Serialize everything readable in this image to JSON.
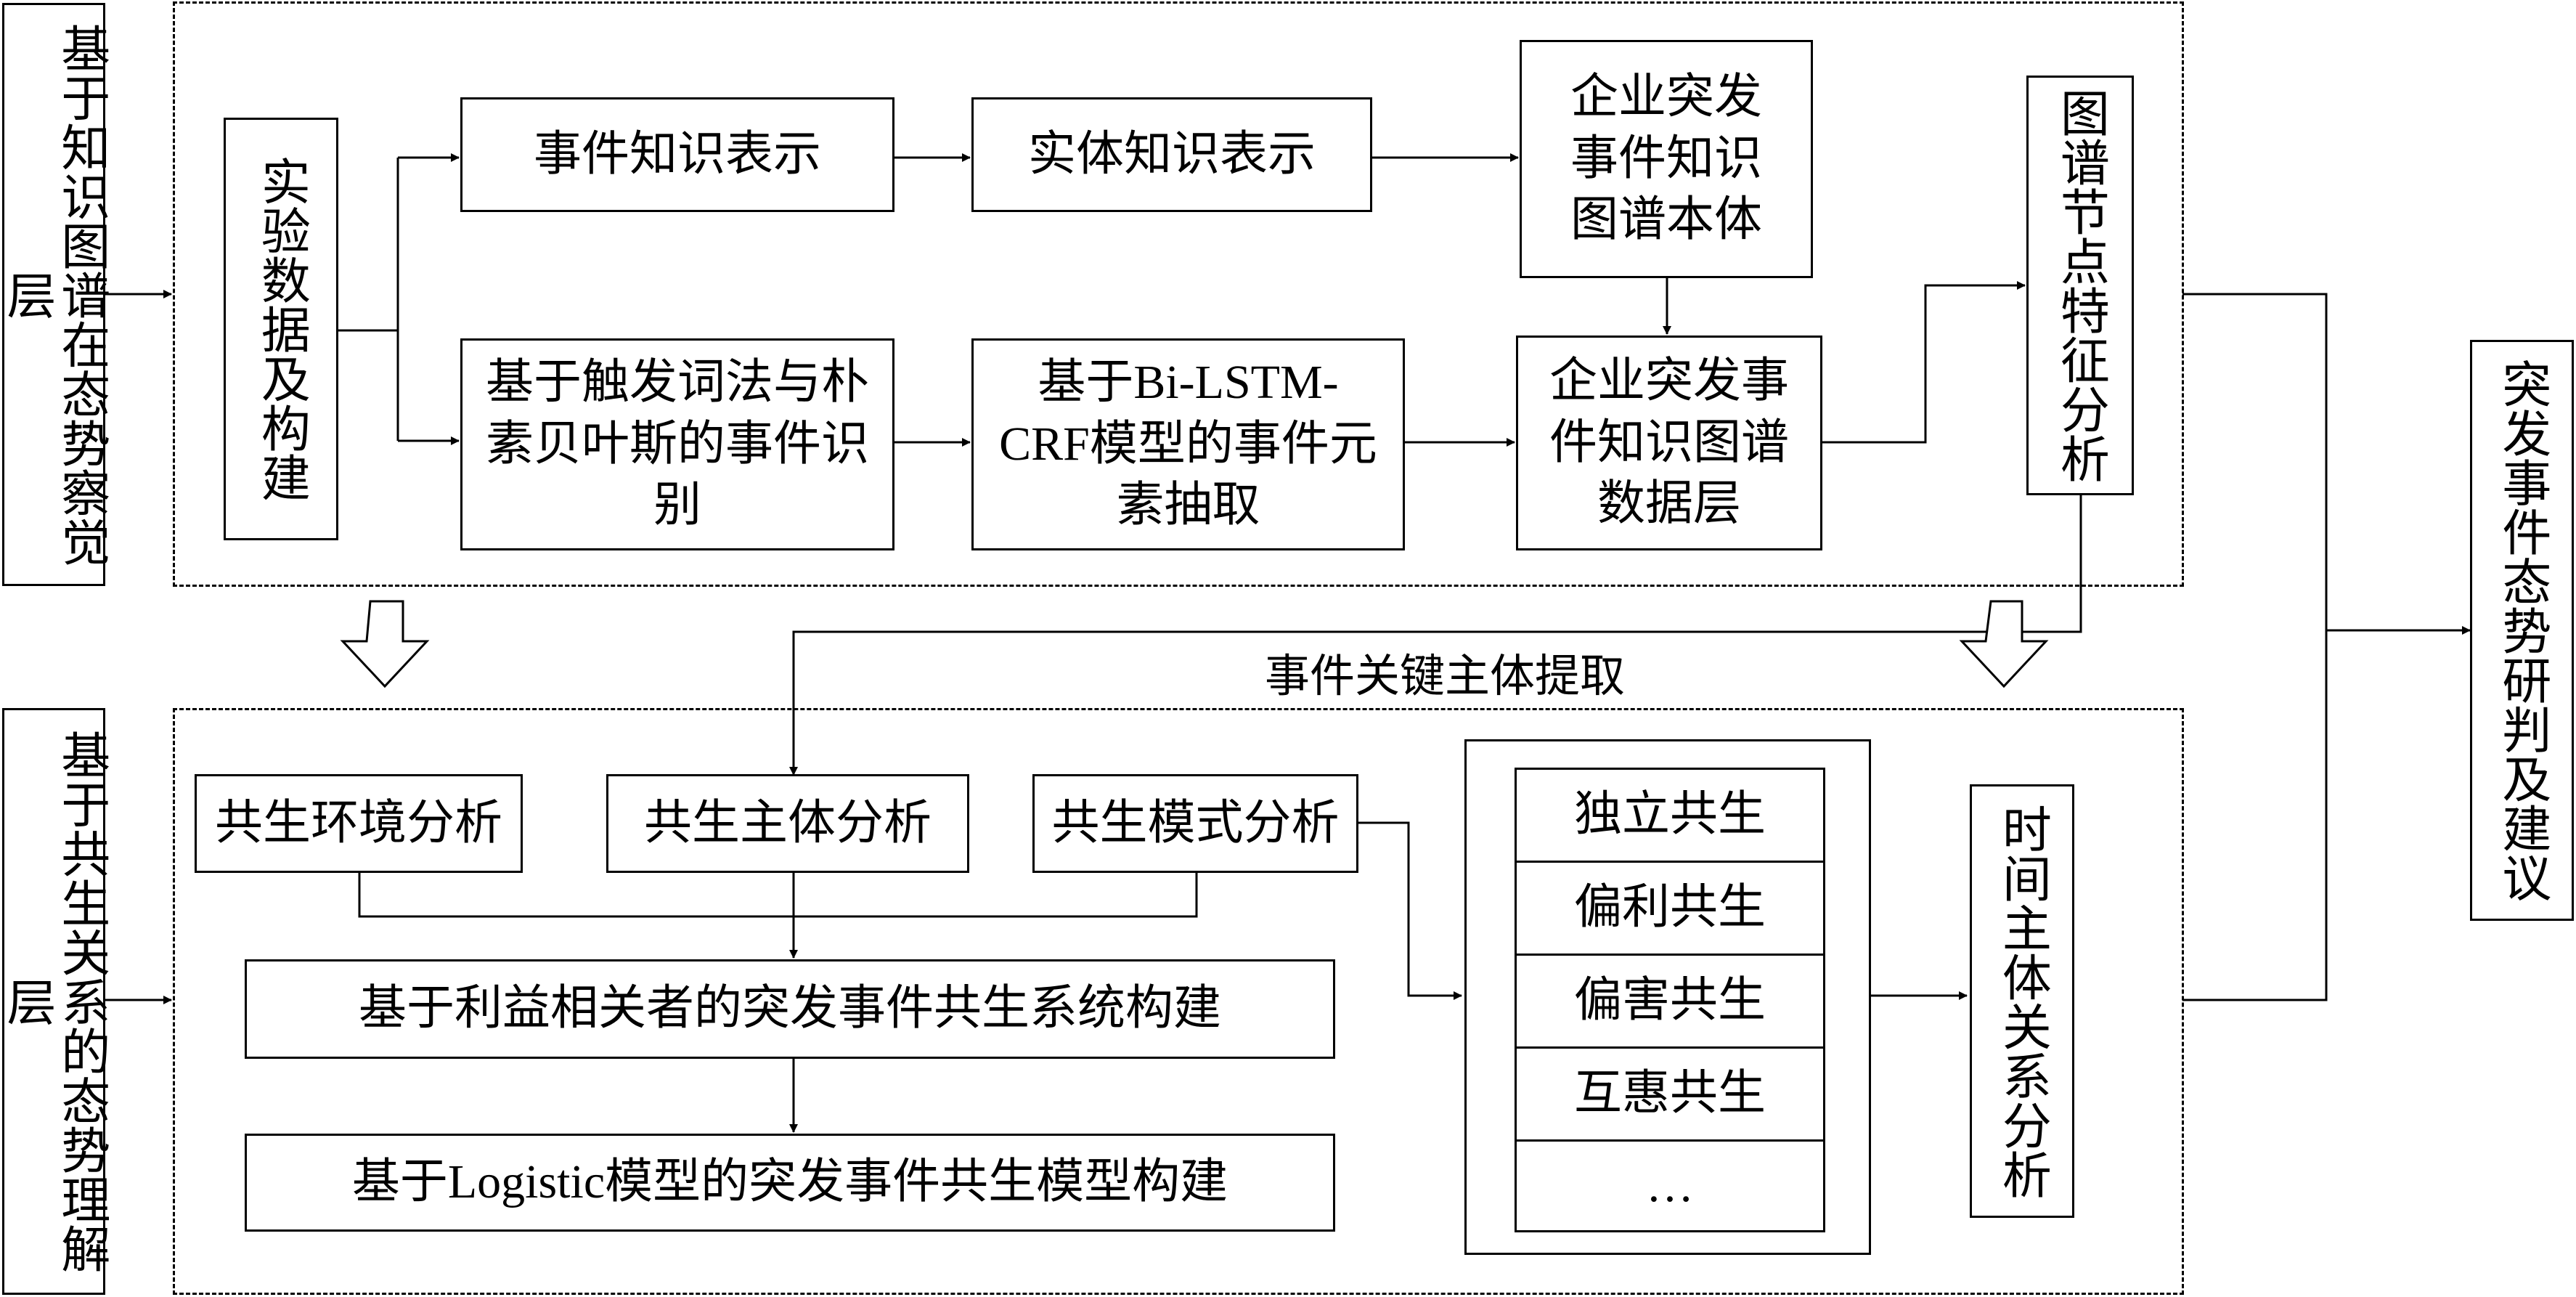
{
  "layers": {
    "knowledge": "基于知识图谱在态势察觉层",
    "symbiosis": "基于共生关系的态势理解层",
    "output": "突发事件态势研判及建议"
  },
  "top": {
    "experiment": "实验数据及构建",
    "event_knowledge": "事件知识表示",
    "entity_knowledge": "实体知识表示",
    "ontology": "企业突发事件知识图谱本体",
    "event_recognition": "基于触发词法与朴素贝叶斯的事件识别",
    "element_extraction": "基于Bi-LSTM-CRF模型的事件元素抽取",
    "data_layer": "企业突发事件知识图谱数据层",
    "node_analysis": "图谱节点特征分析"
  },
  "middle": {
    "key_subject": "事件关键主体提取"
  },
  "bottom": {
    "env_analysis": "共生环境分析",
    "subject_analysis": "共生主体分析",
    "mode_analysis": "共生模式分析",
    "system_build": "基于利益相关者的突发事件共生系统构建",
    "model_build": "基于Logistic模型的突发事件共生模型构建",
    "modes": [
      "独立共生",
      "偏利共生",
      "偏害共生",
      "互惠共生",
      "…"
    ],
    "time_subject": "时间主体关系分析"
  }
}
